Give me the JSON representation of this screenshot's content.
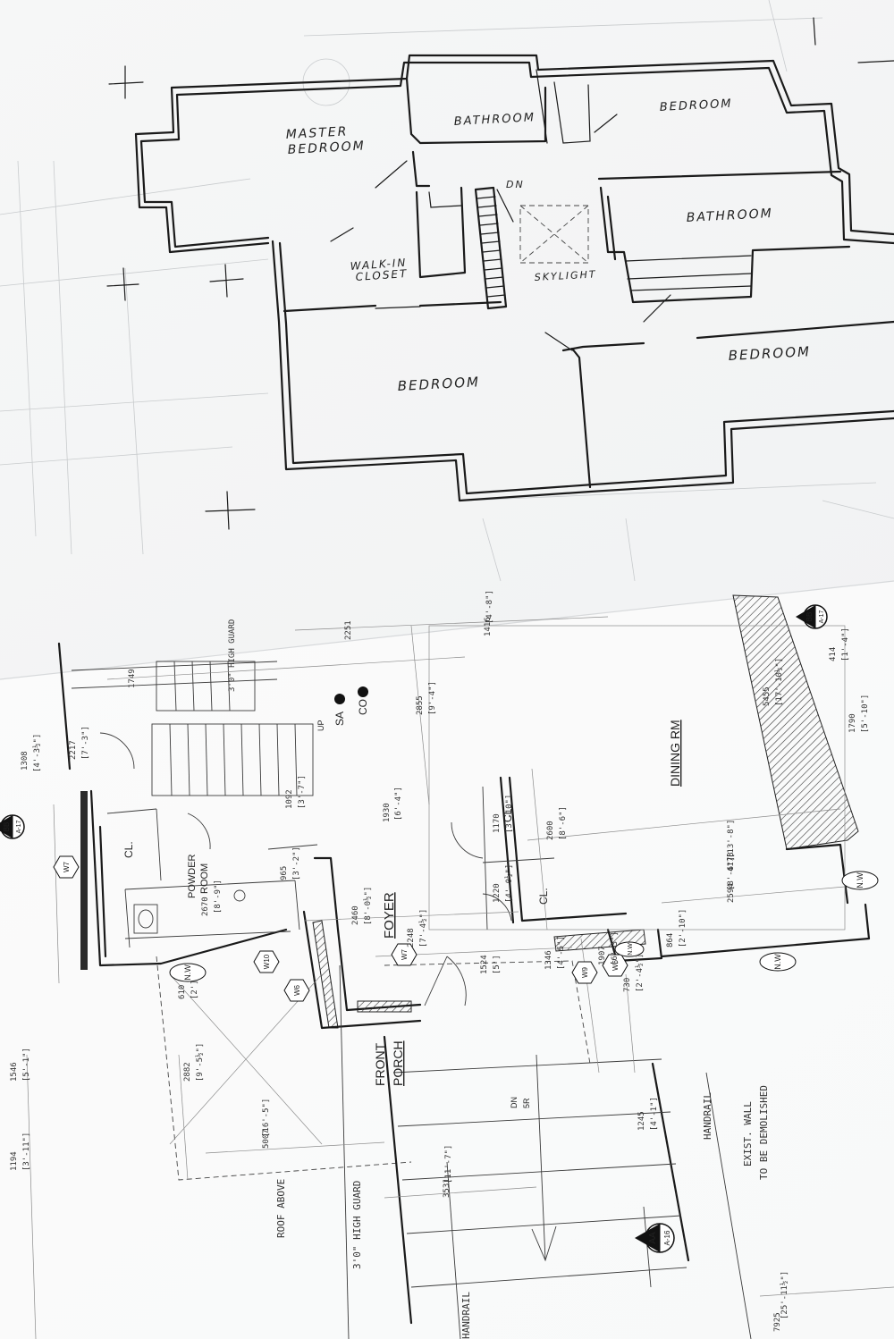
{
  "upper_plan": {
    "rooms": [
      {
        "label_line1": "MASTER",
        "label_line2": "BEDROOM"
      },
      {
        "label": "BATHROOM"
      },
      {
        "label": "BEDROOM"
      },
      {
        "label": "BATHROOM"
      },
      {
        "label_line1": "WALK-IN",
        "label_line2": "CLOSET"
      },
      {
        "label": "SKYLIGHT"
      },
      {
        "label": "DN"
      },
      {
        "label": "BEDROOM"
      },
      {
        "label": "BEDROOM"
      }
    ]
  },
  "lower_plan": {
    "labels": {
      "dining": "DINING RM",
      "foyer": "FOYER",
      "powder_line1": "POWDER",
      "powder_line2": "ROOM",
      "closet": "CL.",
      "front_porch_line1": "FRONT",
      "front_porch_line2": "PORCH",
      "roof_above": "ROOF ABOVE",
      "guard": "3'0\" HIGH GUARD",
      "handrail": "HANDRAIL",
      "exist_wall_line1": "EXIST. WALL",
      "exist_wall_line2": "TO BE DEMOLISHED",
      "stair_up": "UP",
      "stair_dn": "DN",
      "stair_5r": "5R",
      "sa": "SA",
      "co": "CO"
    },
    "section_markers": [
      {
        "top": "BB",
        "bottom": "A-17"
      },
      {
        "top": "BB",
        "bottom": "A-17"
      },
      {
        "top": "AA",
        "bottom": "A-16"
      }
    ],
    "tags": [
      "W6",
      "W7",
      "W9",
      "W10",
      "W6",
      "W7"
    ],
    "window_tags": [
      "N.W",
      "N.W",
      "N.W",
      "N.W"
    ],
    "dimensions": [
      "1416",
      "[4'-8\"]",
      "2251",
      "1749",
      "3'0\" HIGH GUARD",
      "1308",
      "[4'-3½\"]",
      "2217",
      "[7'-3\"]",
      "2855",
      "[9'-4\"]",
      "1930",
      "[6'-4\"]",
      "1092",
      "[3'-7\"]",
      "1170",
      "[3'-10\"]",
      "2600",
      "[8'-6\"]",
      "2670",
      "[8'-9\"]",
      "965",
      "[3'-2\"]",
      "2460",
      "[8'-0½\"]",
      "2248",
      "[7'-4½\"]",
      "1220",
      "[4'-0½\"]",
      "4178",
      "[13'-8\"]",
      "2594",
      "[8'-6\"]",
      "864",
      "[2'-10\"]",
      "1524",
      "[5']",
      "1346",
      "[4'-5\"]",
      "1907",
      "[6'-3\"]",
      "730",
      "[2'-4½\"]",
      "2882",
      "[9'-5½\"]",
      "610",
      "[2']",
      "5007",
      "[16'-5\"]",
      "1245",
      "[4'-1\"]",
      "3531",
      "[11'-7\"]",
      "1194",
      "[3'-11\"]",
      "1546",
      "[5'-1\"]",
      "7925",
      "[25'-11½\"]",
      "5455",
      "[17'-10½\"]",
      "1790",
      "[5'-10\"]",
      "414",
      "[1'-4\"]"
    ]
  }
}
